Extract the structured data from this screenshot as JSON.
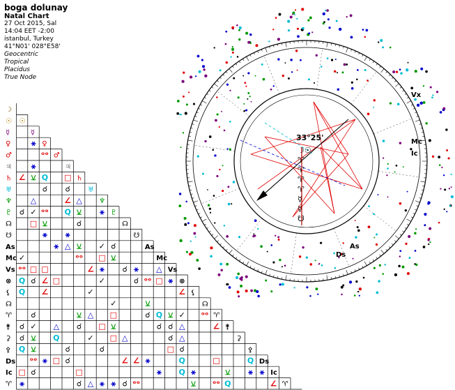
{
  "header": {
    "name": "boga dolunay",
    "chart_title": "Natal Chart",
    "date": "27 Oct 2015, Sal",
    "time": "14:04  EET  -2:00",
    "place": "istanbul, Turkey",
    "coords": "41°N01' 028°E58'",
    "settings": [
      "Geocentric",
      "Tropical",
      "Placidus",
      "True Node"
    ]
  },
  "grid": {
    "row_glyphs": [
      "☽",
      "☉",
      "☿",
      "♀",
      "♂",
      "♃",
      "♄",
      "♅",
      "♆",
      "♇",
      "☊",
      "☋",
      "As",
      "Mc",
      "Vs",
      "⊗",
      "⚸",
      "☊",
      "♈",
      "⚵",
      "⚳",
      "⚴",
      "Ds",
      "Ic",
      "♈"
    ],
    "colors": {
      "red": "#e00000",
      "blue": "#0000cc",
      "cyan": "#00bcd4",
      "green": "#009900",
      "black": "#000000",
      "purple": "#7a007a",
      "orange": "#cc6600"
    }
  },
  "wheel": {
    "angle_label": "33°25'",
    "angle_labels": {
      "as": "As",
      "ds": "Ds",
      "mc": "Mc",
      "ic": "Ic",
      "vx": "Vx"
    }
  }
}
